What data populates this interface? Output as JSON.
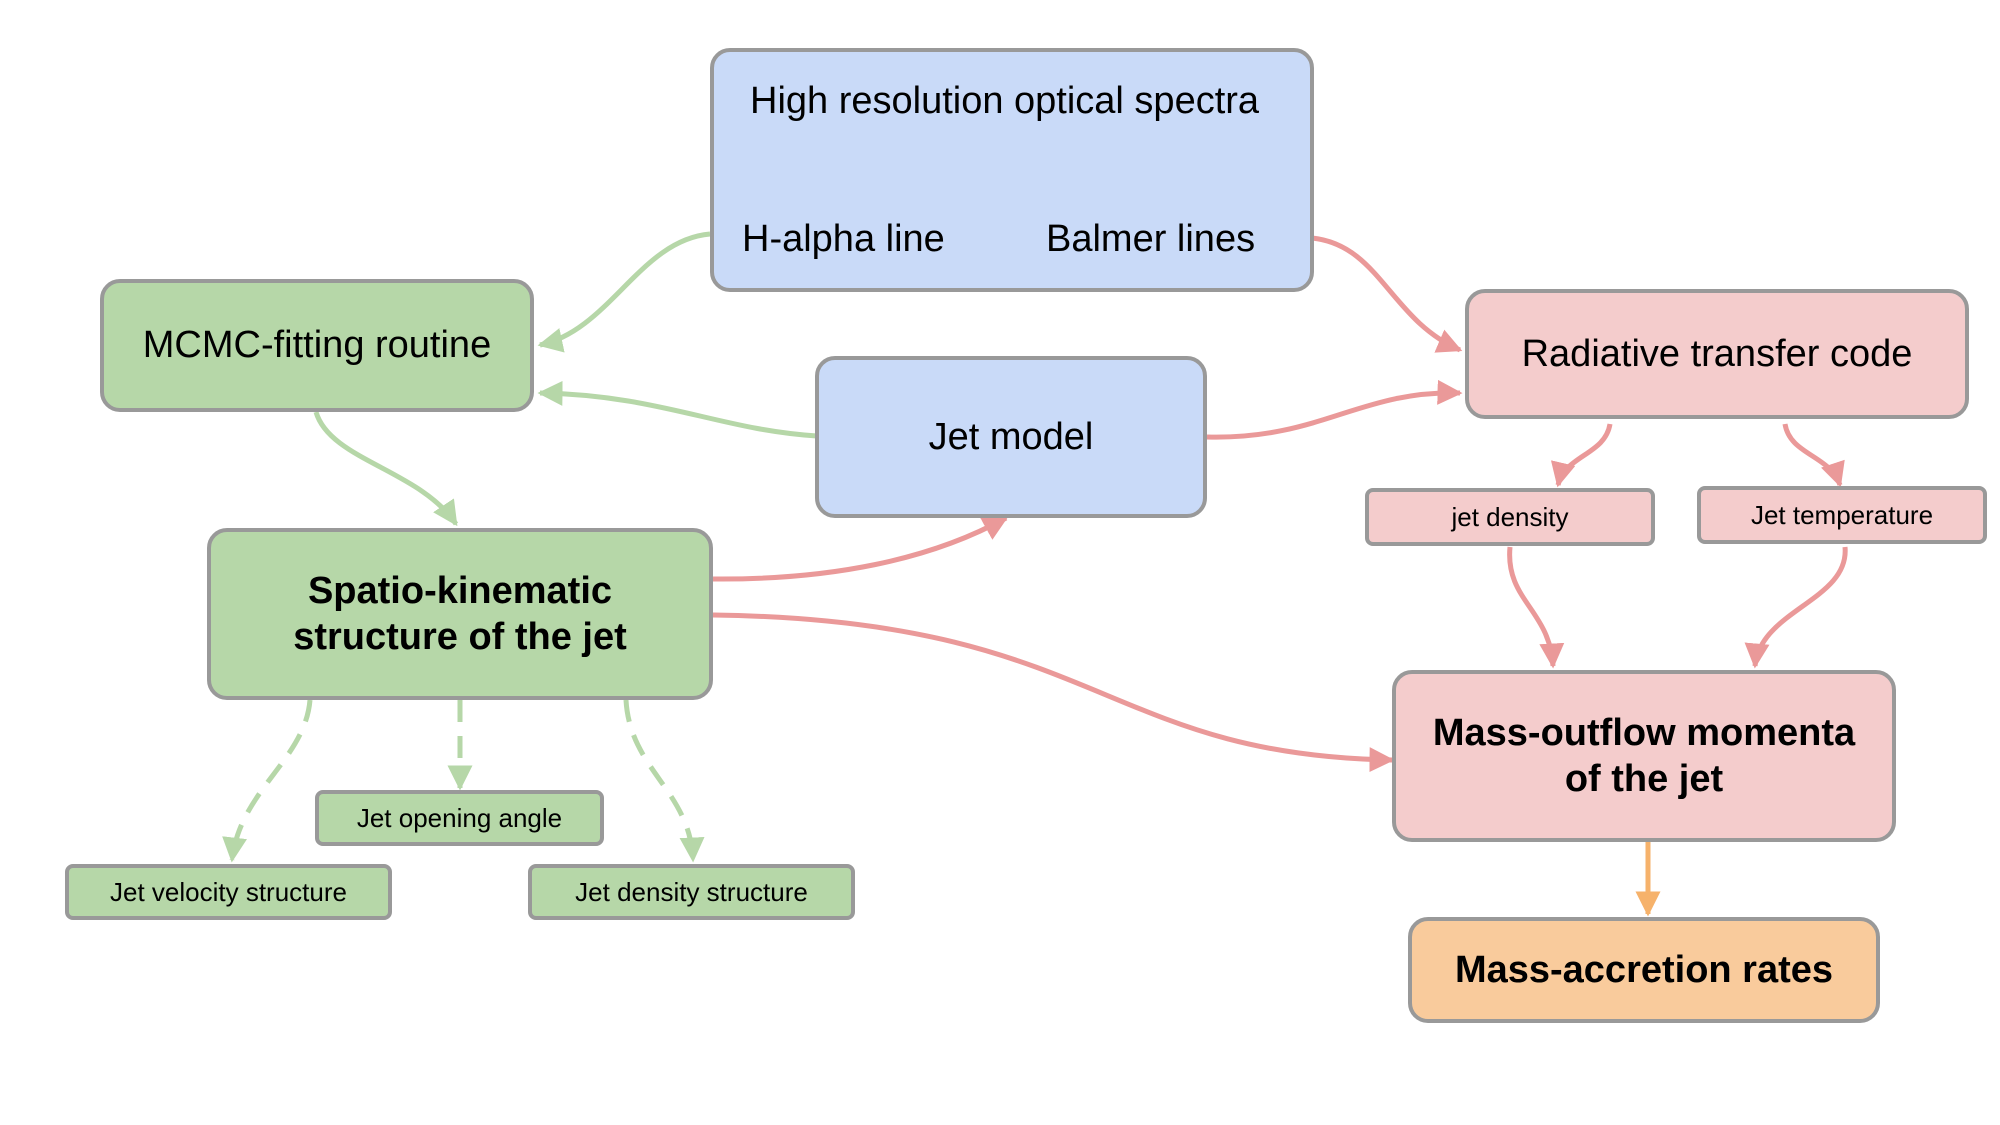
{
  "colors": {
    "blue": "#c9daf8",
    "green": "#b6d7a8",
    "pink": "#f4cccc",
    "orange": "#f9cb9c",
    "border": "#999999",
    "green_arrow": "#b6d7a8",
    "red_arrow": "#ea9999",
    "orange_arrow": "#f6b26b"
  },
  "nodes": {
    "spectra": {
      "title": "High resolution optical spectra",
      "halpha": "H-alpha line",
      "balmer": "Balmer lines"
    },
    "mcmc": "MCMC-fitting routine",
    "jet_model": "Jet model",
    "radiative": "Radiative transfer code",
    "jet_density": "jet density",
    "jet_temperature": "Jet temperature",
    "spatio_line1": "Spatio-kinematic",
    "spatio_line2": "structure of the jet",
    "opening_angle": "Jet opening angle",
    "velocity_structure": "Jet velocity structure",
    "density_structure": "Jet density structure",
    "outflow_line1": "Mass-outflow momenta",
    "outflow_line2": "of the jet",
    "accretion": "Mass-accretion rates"
  }
}
